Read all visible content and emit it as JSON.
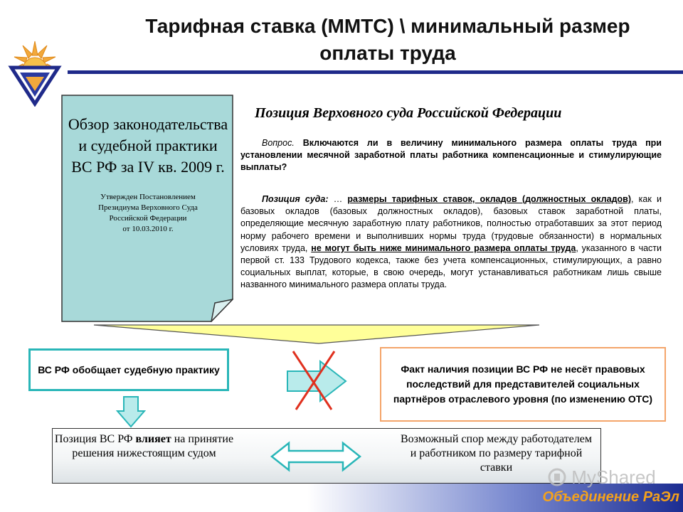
{
  "slide": {
    "title": "Тарифная ставка (ММТС) \\ минимальный размер оплаты труда"
  },
  "review_card": {
    "title": "Обзор законодательства и судебной практики ВС РФ за IV кв. 2009 г.",
    "approval_lines": [
      "Утвержден Постановлением",
      "Президиума Верховного Суда",
      "Российской Федерации",
      "от 10.03.2010 г."
    ]
  },
  "court_position": {
    "heading": "Позиция Верховного суда Российской Федерации",
    "question_label": "Вопрос.",
    "question_text": "Включаются ли в величину минимального размера оплаты труда при установлении месячной заработной платы работника компенсационные и стимулирующие выплаты?",
    "position_label": "Позиция суда:",
    "position_ellipsis": "…",
    "position_underlined_1": "размеры тарифных ставок, окладов (должностных окладов)",
    "position_text_1": ", как и базовых окладов (базовых должностных окладов), базовых ставок заработной платы, определяющие месячную заработную плату работников, полностью отработавших за этот период норму рабочего времени и выполнивших нормы труда (трудовые обязанности) в нормальных условиях труда,",
    "position_underlined_2": "не могут быть ниже минимального размера оплаты труда",
    "position_text_2": ", указанного в части первой ст. 133 Трудового кодекса, также без учета компенсационных, стимулирующих, а равно социальных выплат, которые, в свою очередь, могут устанавливаться работникам лишь свыше названного минимального размера оплаты труда."
  },
  "flow": {
    "generalizes": "ВС РФ обобщает судебную практику",
    "fact": "Факт наличия позиции ВС РФ не несёт правовых последствий для представителей социальных партнёров отраслевого уровня (по изменению ОТС)",
    "influence_prefix": "Позиция ВС РФ",
    "influence_bold": "влияет",
    "influence_suffix": "на принятие решения нижестоящим судом",
    "dispute": "Возможный спор между работодателем и работником по размеру тарифной ставки"
  },
  "footer": {
    "organization": "Объединение РаЭл",
    "watermark": "MyShared"
  },
  "colors": {
    "title_rule": "#1f2a8a",
    "card_fill": "#a8d9d9",
    "funnel_fill": "#ffff99",
    "teal_border": "#29b6b8",
    "orange_border": "#f4a56a",
    "cross": "#e0301e",
    "arrow_fill": "#b9ebeb",
    "org_text": "#f5a21b"
  },
  "icons": [
    "logo-emblem",
    "cross-out-icon",
    "right-arrow-icon",
    "down-arrow-icon",
    "double-arrow-icon",
    "watermark-logo"
  ]
}
